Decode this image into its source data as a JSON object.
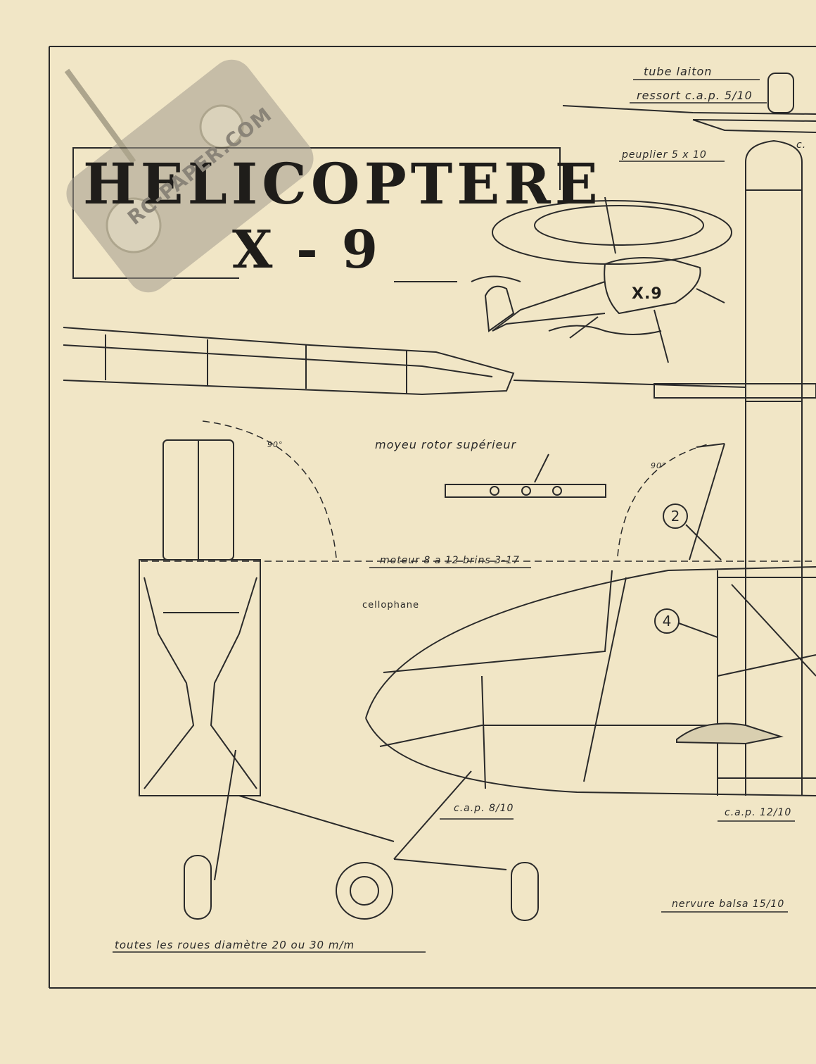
{
  "title": "HELICOPTERE",
  "subtitle": "X - 9",
  "watermark": "RC-PAPER.COM",
  "fuselage_marking": "X.9",
  "labels": {
    "tube_laiton": "tube laiton",
    "ressort": "ressort c.a.p. 5/10",
    "peuplier": "peuplier 5 x 10",
    "moyeu": "moyeu rotor supérieur",
    "moteur": "moteur 8 a 12 brins 3-17",
    "cellophane": "cellophane",
    "cap_8": "c.a.p. 8/10",
    "cap_12": "c.a.p. 12/10",
    "nervure": "nervure balsa 15/10",
    "roues": "toutes les roues diamètre 20 ou 30 m/m",
    "angle_left": "90°",
    "angle_right": "90°",
    "part_2": "2",
    "part_4": "4",
    "cut_label": "c."
  },
  "colors": {
    "paper": "#f1e6c6",
    "ink": "#2a2a2a",
    "watermark": "#8a8478"
  }
}
